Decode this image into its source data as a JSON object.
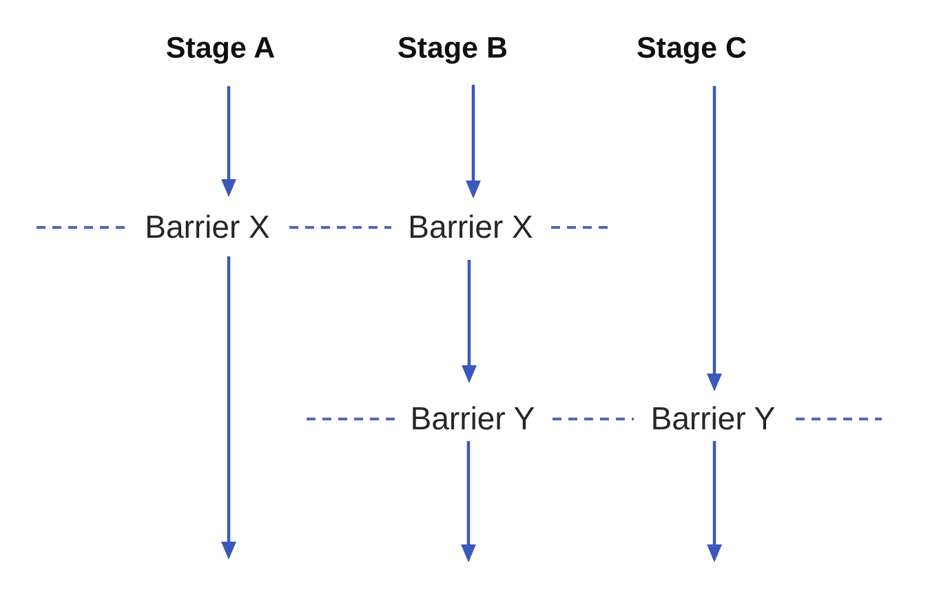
{
  "diagram": {
    "stages": [
      {
        "id": "A",
        "label": "Stage A"
      },
      {
        "id": "B",
        "label": "Stage B"
      },
      {
        "id": "C",
        "label": "Stage C"
      }
    ],
    "barriers": {
      "x": {
        "label": "Barrier X"
      },
      "y": {
        "label": "Barrier Y"
      }
    }
  },
  "colors": {
    "arrow": "#3b58bb",
    "dash": "#4a67c3",
    "stage_text": "#111111",
    "barrier_text": "#262626",
    "background": "#ffffff"
  }
}
